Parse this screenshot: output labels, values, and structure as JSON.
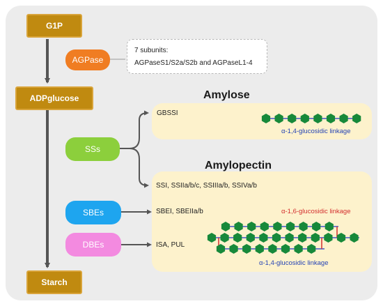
{
  "stages": {
    "g1p": "G1P",
    "adpglucose": "ADPglucose",
    "starch": "Starch"
  },
  "enzymes": {
    "agpase": "AGPase",
    "sss": "SSs",
    "sbes": "SBEs",
    "dbes": "DBEs"
  },
  "agpase_info": {
    "line1": "7 subunits:",
    "line2": "AGPaseS1/S2a/S2b and AGPaseL1-4"
  },
  "amylose": {
    "title": "Amylose",
    "enzyme": "GBSSI",
    "linkage": "α-1,4-glucosidic linkage"
  },
  "amylopectin": {
    "title": "Amylopectin",
    "ss_enzymes": "SSI, SSIIa/b/c, SSIIIa/b, SSIVa/b",
    "sbe_enzymes": "SBEI, SBEIIa/b",
    "dbe_enzymes": "ISA, PUL",
    "branch_linkage": "α-1,6-glucosidic linkage",
    "chain_linkage": "α-1,4-glucosidic linkage"
  },
  "colors": {
    "stage": "#c08a10",
    "agpase": "#f07d22",
    "sss": "#8ccf3c",
    "sbes": "#1ea5ef",
    "dbes": "#f38ae0",
    "hexagon": "#17893a",
    "bond": "#3e55c8",
    "branch": "#d32e2e",
    "highlight": "#fdf2cc"
  }
}
